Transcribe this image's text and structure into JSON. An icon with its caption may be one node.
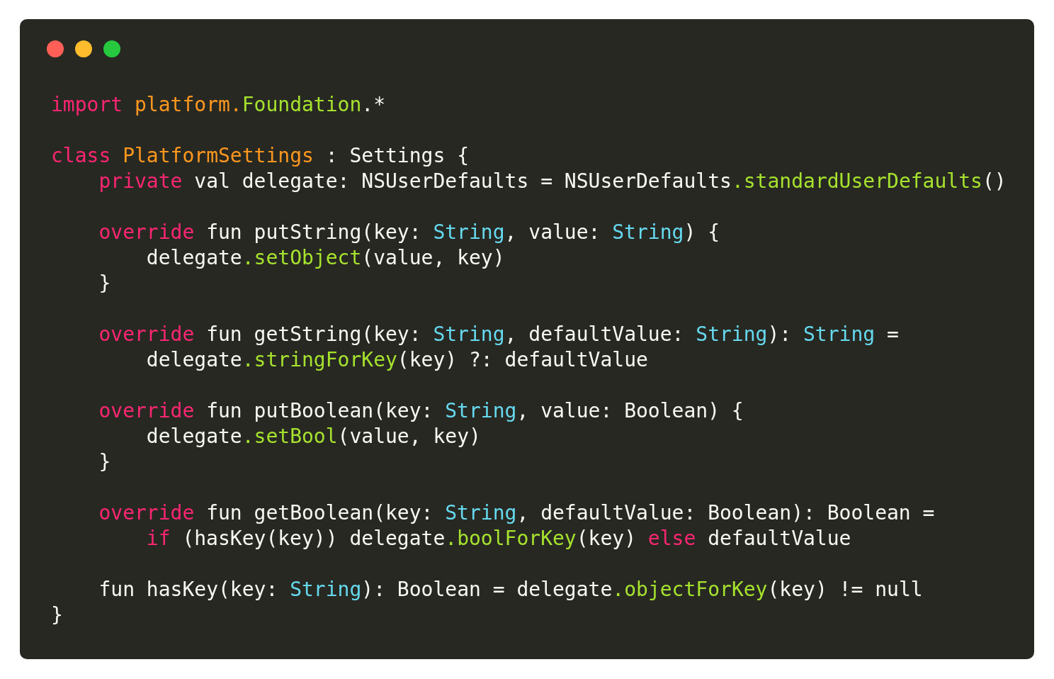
{
  "diagram": {
    "labels": [
      "import",
      "platform.",
      "Foundation",
      ".*",
      "class",
      "PlatformSettings",
      ": Settings {",
      "private",
      "val delegate: NSUserDefaults = NSUserDefaults",
      ".standardUserDefaults",
      "()",
      "override",
      "fun putString(key:",
      "String",
      ", value:",
      "String",
      ") {",
      "delegate",
      ".setObject",
      "(value, key)",
      "}",
      "override",
      "fun getString(key:",
      "String",
      ", defaultValue:",
      "String",
      "):",
      "String",
      "=",
      "delegate",
      ".stringForKey",
      "(key) ?: defaultValue",
      "override",
      "fun putBoolean(key:",
      "String",
      ", value: Boolean) {",
      "delegate",
      ".setBool",
      "(value, key)",
      "}",
      "override",
      "fun getBoolean(key:",
      "String",
      ", defaultValue: Boolean): Boolean =",
      "if",
      "(hasKey(key)) delegate",
      ".boolForKey",
      "(key)",
      "else",
      "defaultValue",
      "fun hasKey(key:",
      "String",
      "): Boolean = delegate",
      ".objectForKey",
      "(key) != null",
      "}"
    ]
  }
}
